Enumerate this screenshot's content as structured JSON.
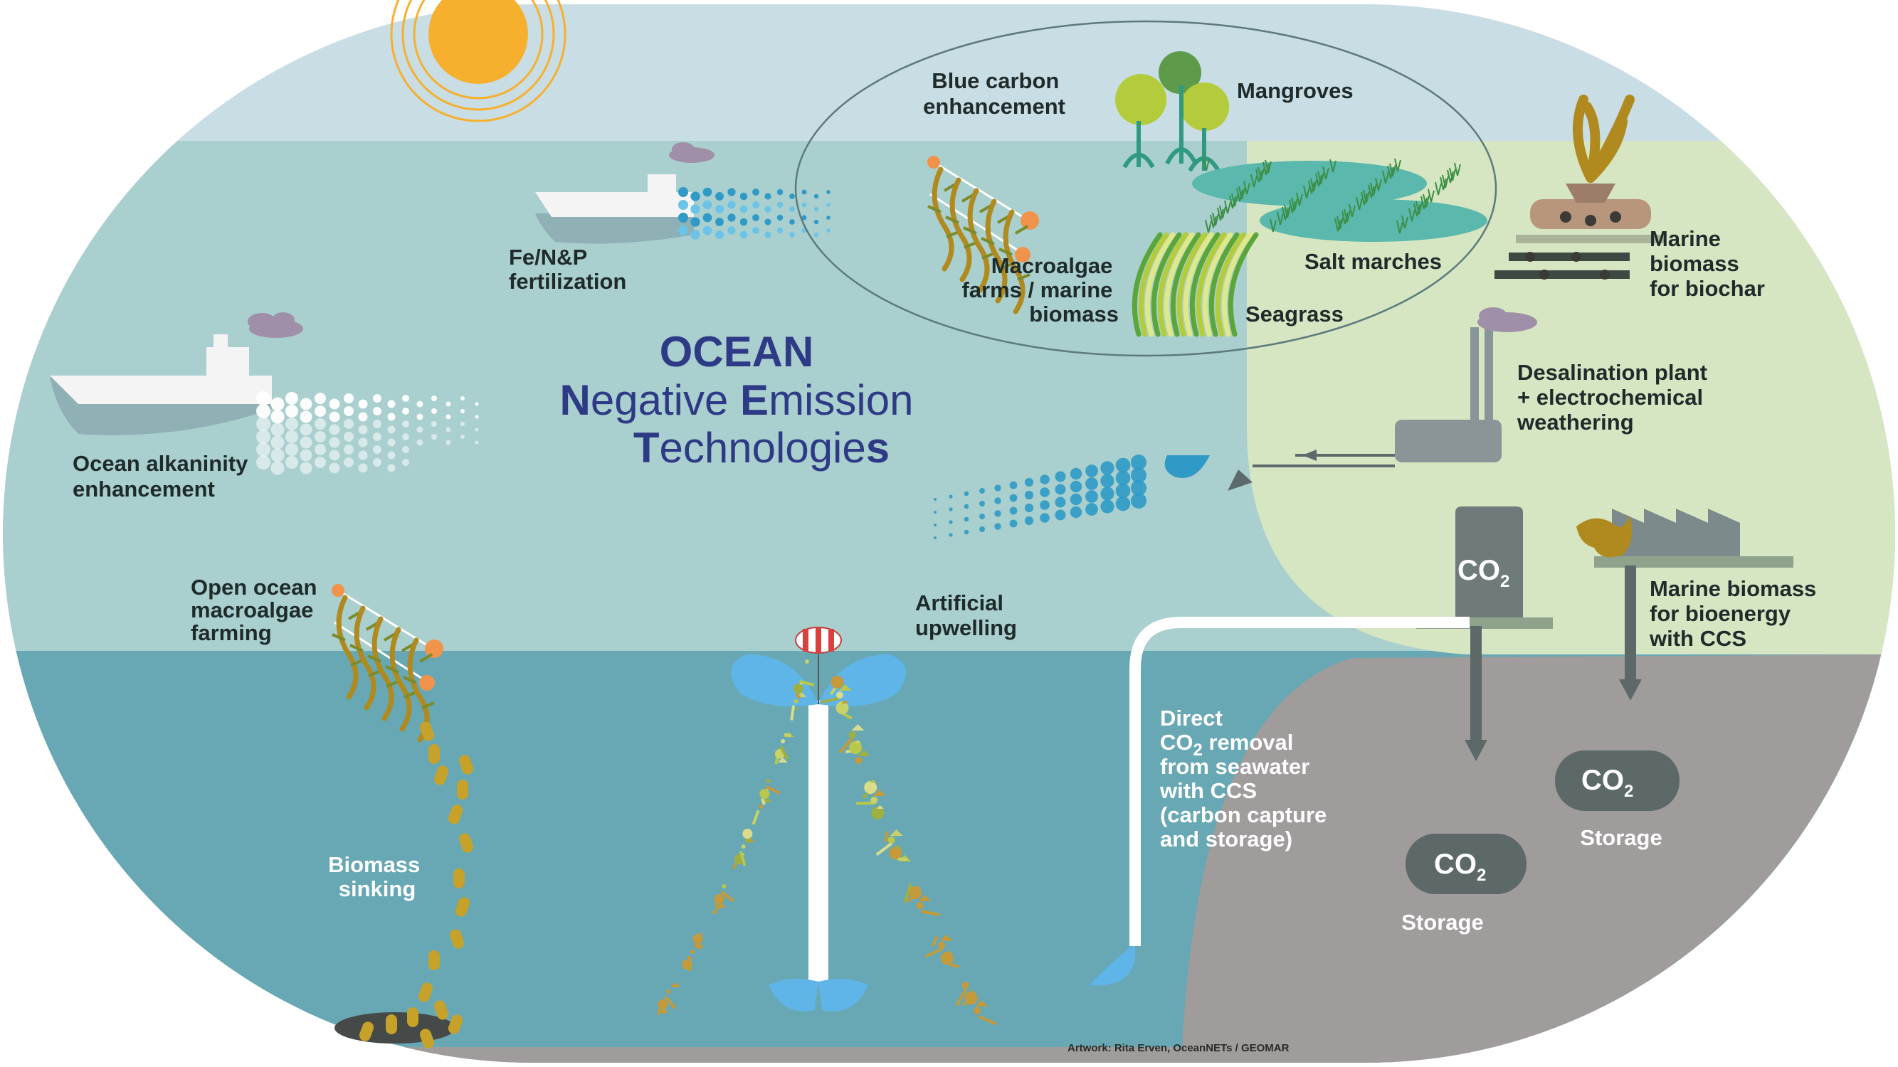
{
  "title": {
    "line1": "OCEAN",
    "line2": {
      "cap1": "N",
      "rest1": "egative ",
      "cap2": "E",
      "rest2": "mission"
    },
    "line3": {
      "cap1": "T",
      "rest1": "echnologie",
      "cap2": "s"
    }
  },
  "labels": {
    "ocean_alkalinity": [
      "Ocean alkaninity",
      "enhancement"
    ],
    "fertilization": [
      "Fe/N&P",
      "fertilization"
    ],
    "blue_carbon": [
      "Blue carbon",
      "enhancement"
    ],
    "mangroves": "Mangroves",
    "salt_marches": "Salt marches",
    "seagrass": "Seagrass",
    "macroalgae_farms": [
      "Macroalgae",
      "farms / marine",
      "biomass"
    ],
    "biochar": [
      "Marine",
      "biomass",
      "for biochar"
    ],
    "desalination": [
      "Desalination plant",
      "+ electrochemical",
      "weathering"
    ],
    "open_ocean_farming": [
      "Open ocean",
      "macroalgae",
      "farming"
    ],
    "artificial_upwelling": [
      "Artificial",
      "upwelling"
    ],
    "biomass_sinking": [
      "Biomass",
      "sinking"
    ],
    "direct_removal": {
      "line1": "Direct",
      "line2_pre": "CO",
      "line2_sub": "2",
      "line2_post": " removal",
      "line3": "from seawater",
      "line4": "with CCS",
      "line5": "(carbon capture",
      "line6": "and storage)"
    },
    "bioenergy": [
      "Marine biomass",
      "for bioenergy",
      "with CCS"
    ],
    "storage_left": "Storage",
    "storage_right": "Storage",
    "co2_main": "CO",
    "co2_sub": "2"
  },
  "credit": "Artwork: Rita Erven, OceanNETs / GEOMAR",
  "colors": {
    "sky": "#c9dde4",
    "sea_surface": "#a9cfce",
    "deep_sea": "#67a8b4",
    "land": "#d6e5c2",
    "seafloor": "#a09c9c",
    "sun": "#f6b02e",
    "title": "#2e3a86",
    "storage": "#5d6868",
    "algae": "#b08a1e",
    "bubbles": "#2f9ac6"
  }
}
